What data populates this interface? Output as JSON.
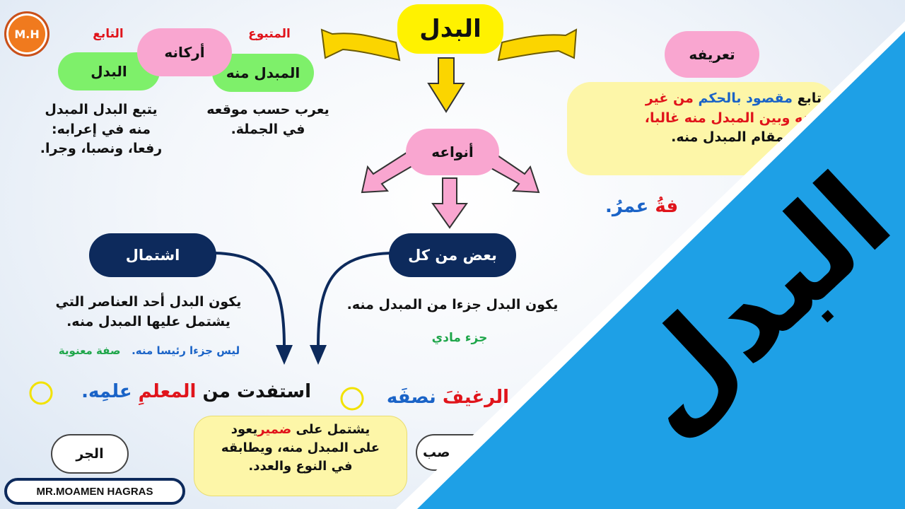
{
  "logo": "M.H",
  "title": "البدل",
  "watermark": "البدل",
  "author": "MR.MOAMEN HAGRAS",
  "arkan": {
    "label": "أركانه",
    "tabe_title": "التابع",
    "matbu_title": "المتبوع",
    "badal_pill": "البدل",
    "mubdal_pill": "المبدل منه",
    "badal_desc": [
      "يتبع البدل المبدل",
      "منه في إعرابه:",
      "رفعا، ونصبا، وجرا."
    ],
    "mubdal_desc": [
      "يعرب حسب موقعه",
      "في الجملة."
    ]
  },
  "definition": {
    "label": "تعريفه",
    "line1_a": "تابع",
    "line1_b": "مقصود",
    "line1_c": "بالحكم",
    "line1_d": "من غير",
    "line2_a": "سنه",
    "line2_b": "وبين المبدل منه غالبا،",
    "line3": "يقوم مقام المبدل منه.",
    "example_a": "فةُ",
    "example_b": "عمرُ."
  },
  "types": {
    "label": "أنواعه",
    "partial": {
      "label": "بعض من كل",
      "desc": "يكون البدل جزءا من المبدل منه.",
      "note": "جزء مادي",
      "example_a": "الرغيفَ",
      "example_b": "نصفَه"
    },
    "inclusion": {
      "label": "اشتمال",
      "desc": [
        "يكون البدل أحد العناصر التي",
        "يشتمل عليها المبدل منه."
      ],
      "note_a": "ليس جزءا رئيسا منه.",
      "note_b": "صفة معنوية",
      "example_a": "استفدت من",
      "example_b": "المعلمِ",
      "example_c": "علمِه."
    }
  },
  "pronoun_note": {
    "line1_a": "يشتمل على",
    "line1_b": "ضمير",
    "line1_c": "يعود",
    "line2": "على المبدل منه، ويطابقه",
    "line3": "في النوع والعدد."
  },
  "case_labels": {
    "jarr": "الجر",
    "nasb": "صب"
  },
  "colors": {
    "yellow": "#fff200",
    "pink": "#f9a6d0",
    "green": "#7ef06a",
    "navy": "#0d2a5c",
    "blue_band": "#1ea0e6"
  }
}
